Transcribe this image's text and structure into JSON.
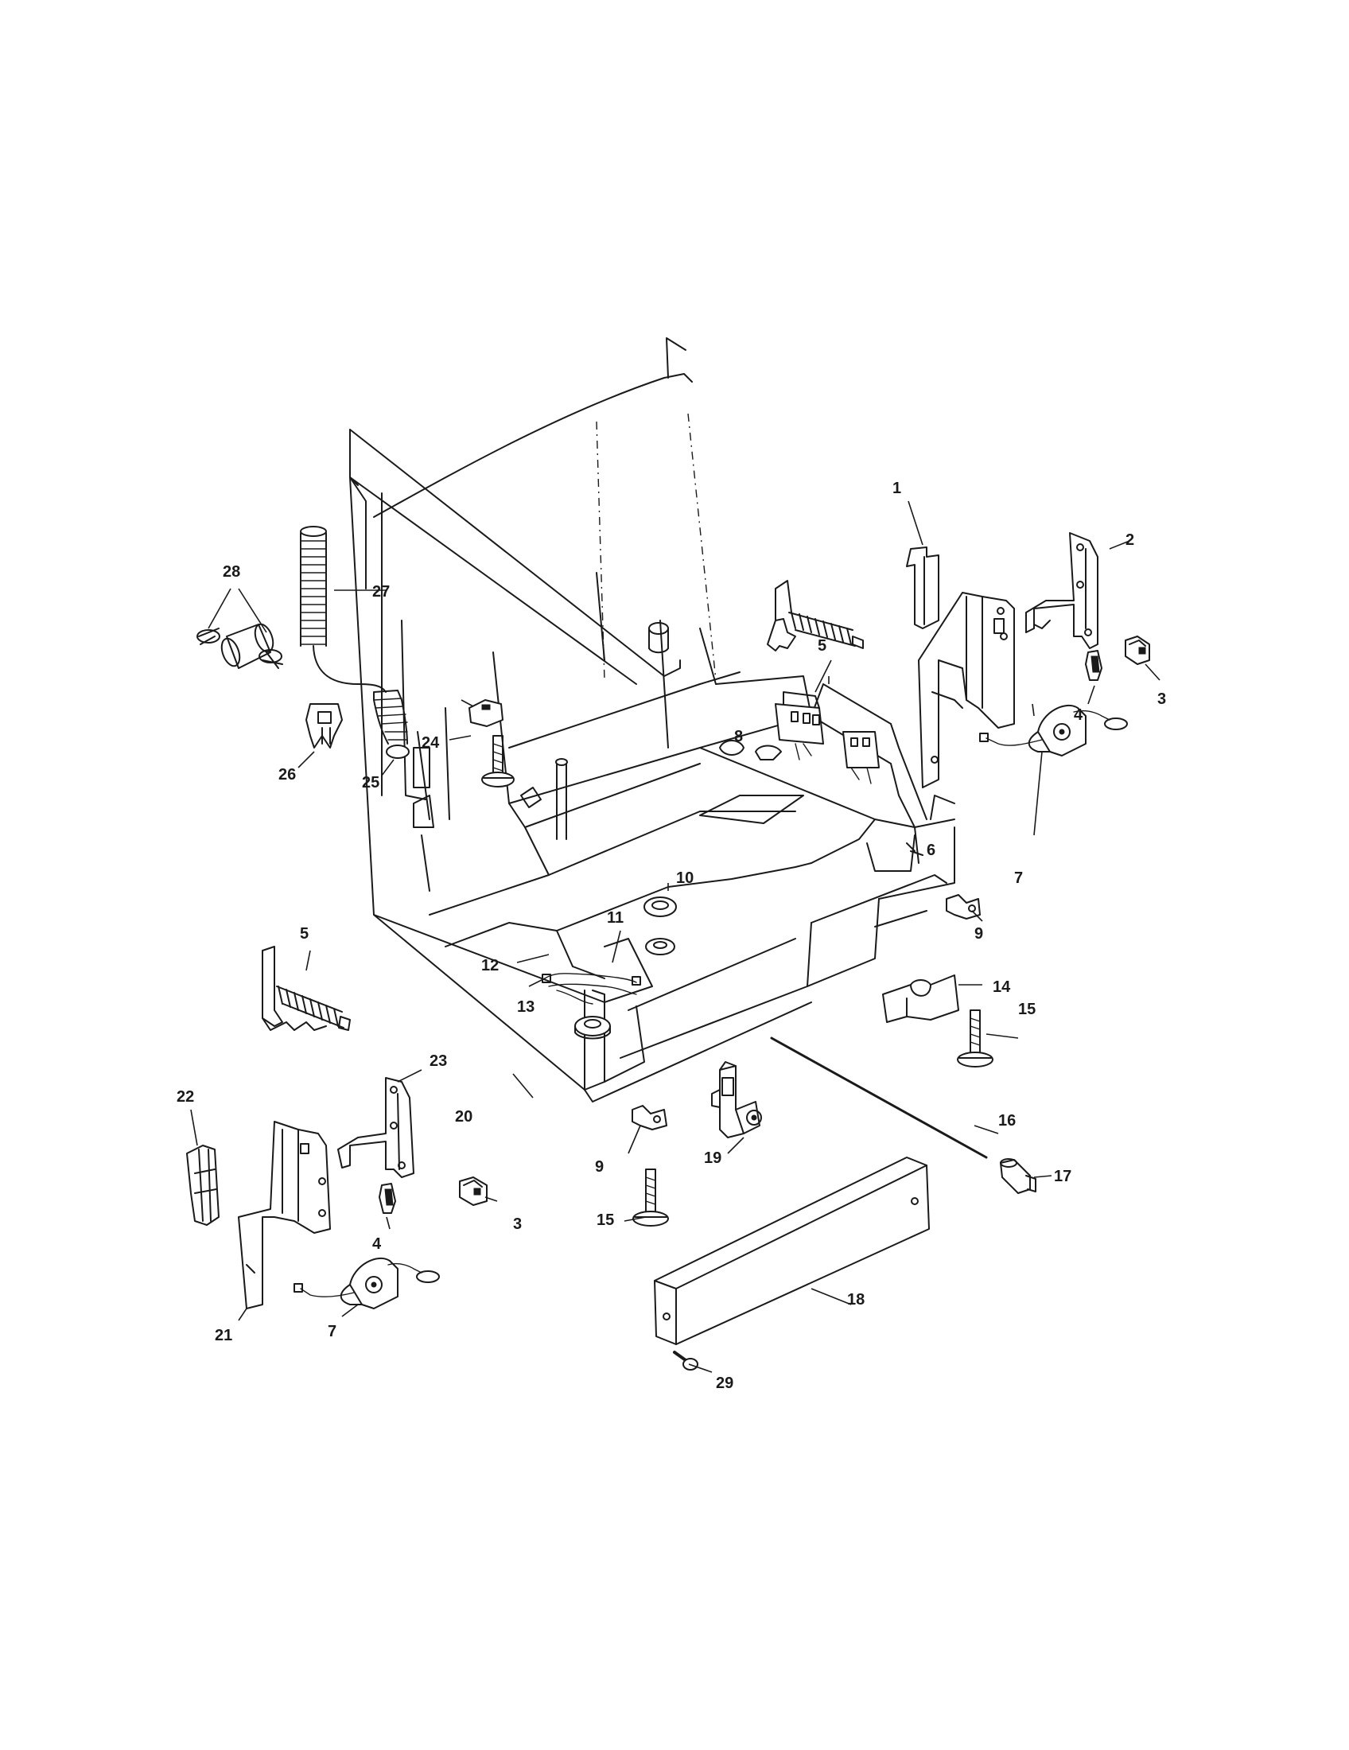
{
  "labels": {
    "l1": "1",
    "l2": "2",
    "l3a": "3",
    "l3b": "3",
    "l4a": "4",
    "l4b": "4",
    "l5a": "5",
    "l5b": "5",
    "l6": "6",
    "l7a": "7",
    "l7b": "7",
    "l8": "8",
    "l9a": "9",
    "l9b": "9",
    "l10": "10",
    "l11": "11",
    "l12": "12",
    "l13": "13",
    "l14": "14",
    "l15a": "15",
    "l15b": "15",
    "l16": "16",
    "l17": "17",
    "l18": "18",
    "l19": "19",
    "l20": "20",
    "l21": "21",
    "l22": "22",
    "l23": "23",
    "l24": "24",
    "l25": "25",
    "l26": "26",
    "l27": "27",
    "l28": "28",
    "l29": "29"
  },
  "colors": {
    "ink": "#1a1a1a",
    "paper": "#ffffff"
  }
}
